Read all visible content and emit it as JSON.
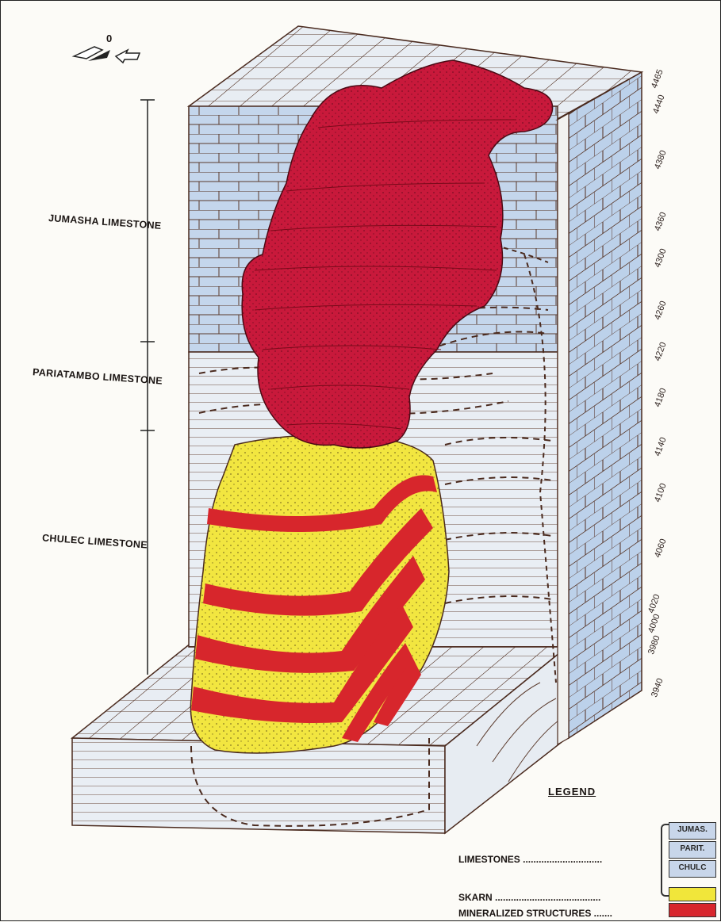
{
  "units": [
    {
      "name": "JUMASHA LIMESTONE"
    },
    {
      "name": "PARIATAMBO LIMESTONE"
    },
    {
      "name": "CHULEC LIMESTONE"
    }
  ],
  "elevations": [
    "4465",
    "4440",
    "4380",
    "4360",
    "4300",
    "4260",
    "4220",
    "4180",
    "4140",
    "4100",
    "4060",
    "4020",
    "4000",
    "3980",
    "3940"
  ],
  "north_arrow_label": "0",
  "legend": {
    "title": "LEGEND",
    "limestones_label": "LIMESTONES",
    "limestone_swatches": [
      "JUMAS.",
      "PARIT.",
      "CHULC"
    ],
    "skarn_label": "SKARN",
    "mineralized_label": "MINERALIZED STRUCTURES"
  },
  "colors": {
    "limestone": "#b9cde6",
    "skarn": "#f1e63a",
    "ore": "#c8193b",
    "mineral_band": "#d7262c",
    "line": "#4a2a1e"
  }
}
